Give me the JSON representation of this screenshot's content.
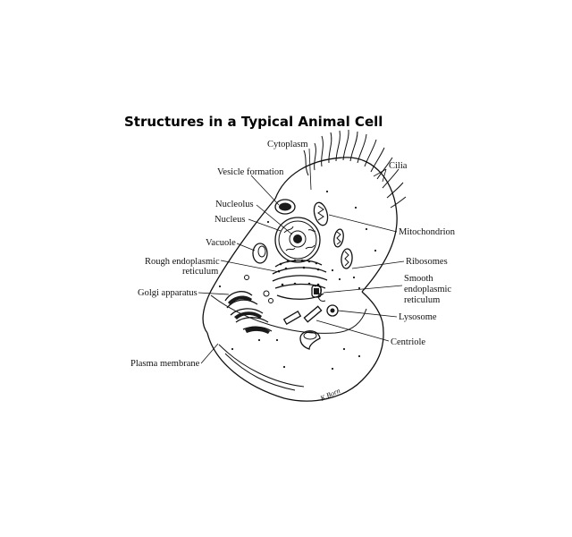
{
  "diagram": {
    "title": "Structures in a Typical Animal Cell",
    "signature": "K.Born",
    "labels": {
      "cytoplasm": "Cytoplasm",
      "cilia": "Cilia",
      "vesicle_formation": "Vesicle formation",
      "nucleolus": "Nucleolus",
      "nucleus": "Nucleus",
      "mitochondrion": "Mitochondrion",
      "vacuole": "Vacuole",
      "rough_er_1": "Rough endoplasmic",
      "rough_er_2": "reticulum",
      "ribosomes": "Ribosomes",
      "smooth_er_1": "Smooth",
      "smooth_er_2": "endoplasmic",
      "smooth_er_3": "reticulum",
      "golgi": "Golgi apparatus",
      "lysosome": "Lysosome",
      "centriole": "Centriole",
      "plasma_membrane": "Plasma membrane"
    }
  }
}
